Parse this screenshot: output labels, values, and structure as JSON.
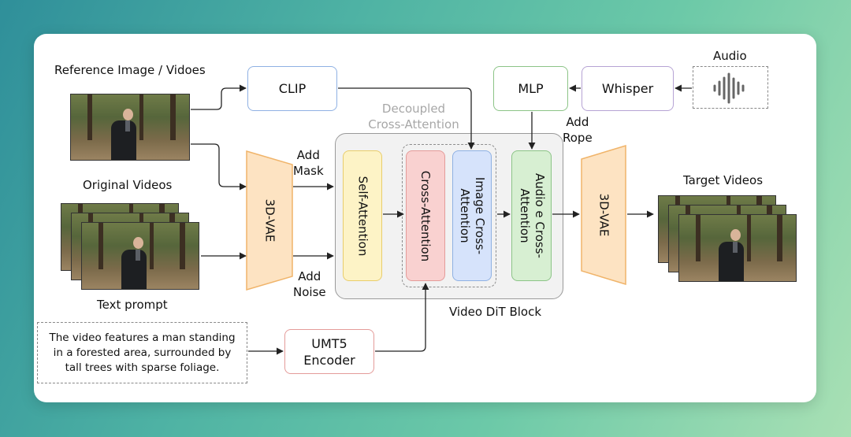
{
  "labels": {
    "reference": "Reference Image / Vidoes",
    "original": "Original Videos",
    "text_prompt": "Text prompt",
    "add_mask": "Add\nMask",
    "add_noise": "Add\nNoise",
    "decoupled": "Decoupled\nCross-Attention",
    "video_dit": "Video DiT Block",
    "add_rope": "Add\nRope",
    "audio": "Audio",
    "target": "Target Videos"
  },
  "prompt_text": "The video features a man standing in a forested area, surrounded by tall trees with sparse foliage.",
  "boxes": {
    "clip": "CLIP",
    "vae_in": "3D-VAE",
    "self_attention": "Self-Attention",
    "cross_attention": "Cross-Attention",
    "image_cross": "Image Cross-\nAttention",
    "audio_cross": "Audio e Cross-\nAttention",
    "vae_out": "3D-VAE",
    "mlp": "MLP",
    "whisper": "Whisper",
    "umt5": "UMT5\nEncoder"
  },
  "colors": {
    "clip": "#dbe8fb",
    "vae": "#fde3c2",
    "self_attention": "#fdf3c6",
    "cross_attention": "#f9d1d0",
    "image_cross": "#d6e3fb",
    "audio_cross": "#d7efd2",
    "mlp": "#d7efd2",
    "whisper": "#e3d9f1",
    "umt5": "#f9d1d0"
  }
}
